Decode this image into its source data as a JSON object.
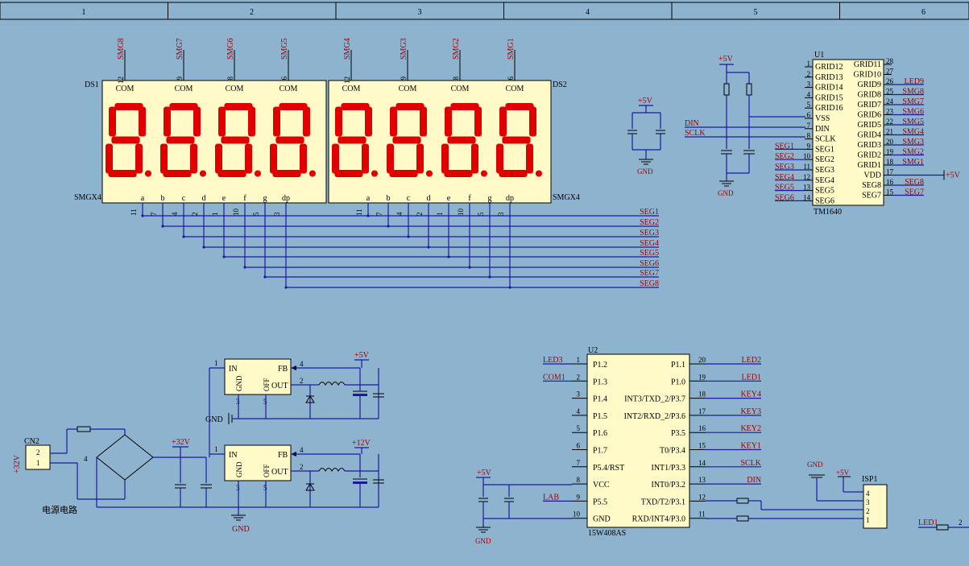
{
  "title": "",
  "ruler": [
    "1",
    "2",
    "3",
    "4",
    "5",
    "6"
  ],
  "display": {
    "ds1_ref": "DS1",
    "ds2_ref": "DS2",
    "smgx4": "SMGX4",
    "com": "COM",
    "top_signals": [
      "SMG8",
      "SMG7",
      "SMG6",
      "SMG5",
      "SMG4",
      "SMG3",
      "SMG2",
      "SMG1"
    ],
    "top_pins": [
      "12",
      "9",
      "8",
      "6",
      "12",
      "9",
      "8",
      "6"
    ],
    "seg_letters": [
      "a",
      "b",
      "c",
      "d",
      "e",
      "f",
      "g",
      "dp"
    ],
    "bottom_pins": [
      "11",
      "7",
      "4",
      "2",
      "1",
      "10",
      "5",
      "3"
    ],
    "seg_bus": [
      "SEG1",
      "SEG2",
      "SEG3",
      "SEG4",
      "SEG5",
      "SEG6",
      "SEG7",
      "SEG8"
    ]
  },
  "u1": {
    "ref": "U1",
    "part": "TM1640",
    "left": [
      {
        "pin": "1",
        "name": "GRID12",
        "net": ""
      },
      {
        "pin": "2",
        "name": "GRID13",
        "net": ""
      },
      {
        "pin": "3",
        "name": "GRID14",
        "net": ""
      },
      {
        "pin": "4",
        "name": "GRID15",
        "net": ""
      },
      {
        "pin": "5",
        "name": "GRID16",
        "net": ""
      },
      {
        "pin": "6",
        "name": "VSS",
        "net": ""
      },
      {
        "pin": "7",
        "name": "DIN",
        "net": ""
      },
      {
        "pin": "8",
        "name": "SCLK",
        "net": ""
      },
      {
        "pin": "9",
        "name": "SEG1",
        "net": "SEG1"
      },
      {
        "pin": "10",
        "name": "SEG2",
        "net": "SEG2"
      },
      {
        "pin": "11",
        "name": "SEG3",
        "net": "SEG3"
      },
      {
        "pin": "12",
        "name": "SEG4",
        "net": "SEG4"
      },
      {
        "pin": "13",
        "name": "SEG5",
        "net": "SEG5"
      },
      {
        "pin": "14",
        "name": "SEG6",
        "net": "SEG6"
      }
    ],
    "right": [
      {
        "pin": "28",
        "name": "GRID11",
        "net": ""
      },
      {
        "pin": "27",
        "name": "GRID10",
        "net": ""
      },
      {
        "pin": "26",
        "name": "GRID9",
        "net": "LED9"
      },
      {
        "pin": "25",
        "name": "GRID8",
        "net": "SMG8"
      },
      {
        "pin": "24",
        "name": "GRID7",
        "net": "SMG7"
      },
      {
        "pin": "23",
        "name": "GRID6",
        "net": "SMG6"
      },
      {
        "pin": "22",
        "name": "GRID5",
        "net": "SMG5"
      },
      {
        "pin": "21",
        "name": "GRID4",
        "net": "SMG4"
      },
      {
        "pin": "20",
        "name": "GRID3",
        "net": "SMG3"
      },
      {
        "pin": "19",
        "name": "GRID2",
        "net": "SMG2"
      },
      {
        "pin": "18",
        "name": "GRID1",
        "net": "SMG1"
      },
      {
        "pin": "17",
        "name": "VDD",
        "net": "+5V"
      },
      {
        "pin": "16",
        "name": "SEG8",
        "net": "SEG8"
      },
      {
        "pin": "15",
        "name": "SEG7",
        "net": "SEG7"
      }
    ],
    "din": "DIN",
    "sclk": "SCLK",
    "plus5": "+5V",
    "gnd": "GND"
  },
  "cap_block": {
    "plus5": "+5V",
    "gnd": "GND"
  },
  "u2": {
    "ref": "U2",
    "part": "15W408AS",
    "left": [
      {
        "pin": "1",
        "name": "P1.2",
        "net": "LED3"
      },
      {
        "pin": "2",
        "name": "P1.3",
        "net": "COM1"
      },
      {
        "pin": "3",
        "name": "P1.4",
        "net": ""
      },
      {
        "pin": "4",
        "name": "P1.5",
        "net": ""
      },
      {
        "pin": "5",
        "name": "P1.6",
        "net": ""
      },
      {
        "pin": "6",
        "name": "P1.7",
        "net": ""
      },
      {
        "pin": "7",
        "name": "P5.4/RST",
        "net": ""
      },
      {
        "pin": "8",
        "name": "VCC",
        "net": ""
      },
      {
        "pin": "9",
        "name": "P5.5",
        "net": "LAB"
      },
      {
        "pin": "10",
        "name": "GND",
        "net": ""
      }
    ],
    "right": [
      {
        "pin": "20",
        "name": "P1.1",
        "net": "LED2"
      },
      {
        "pin": "19",
        "name": "P1.0",
        "net": "LED1"
      },
      {
        "pin": "18",
        "name": "INT3/TXD_2/P3.7",
        "net": "KEY4"
      },
      {
        "pin": "17",
        "name": "INT2/RXD_2/P3.6",
        "net": "KEY3"
      },
      {
        "pin": "16",
        "name": "P3.5",
        "net": "KEY2"
      },
      {
        "pin": "15",
        "name": "T0/P3.4",
        "net": "KEY1"
      },
      {
        "pin": "14",
        "name": "INT1/P3.3",
        "net": "SCLK"
      },
      {
        "pin": "13",
        "name": "INT0/P3.2",
        "net": "DIN"
      },
      {
        "pin": "12",
        "name": "TXD/T2/P3.1",
        "net": ""
      },
      {
        "pin": "11",
        "name": "RXD/INT4/P3.0",
        "net": ""
      }
    ],
    "plus5": "+5V",
    "gnd": "GND"
  },
  "isp": {
    "ref": "ISP1",
    "pins": [
      "4",
      "3",
      "2",
      "1"
    ],
    "gnd": "GND",
    "plus5": "+5V"
  },
  "led1": {
    "net": "LED1",
    "pin": "2"
  },
  "power": {
    "caption": "电源电路",
    "cn2": "CN2",
    "cn2_pins": [
      "2",
      "1"
    ],
    "cn2_net": "+32V",
    "bridge_pin": "4",
    "plus32": "+32V",
    "plus5": "+5V",
    "plus12": "+12V",
    "gnd": "GND",
    "reg_pins": {
      "in": "IN",
      "gnd": "GND",
      "off": "OFF",
      "out": "OUT",
      "fb": "FB"
    },
    "reg_nums": [
      "1",
      "3",
      "5",
      "2",
      "4"
    ]
  }
}
